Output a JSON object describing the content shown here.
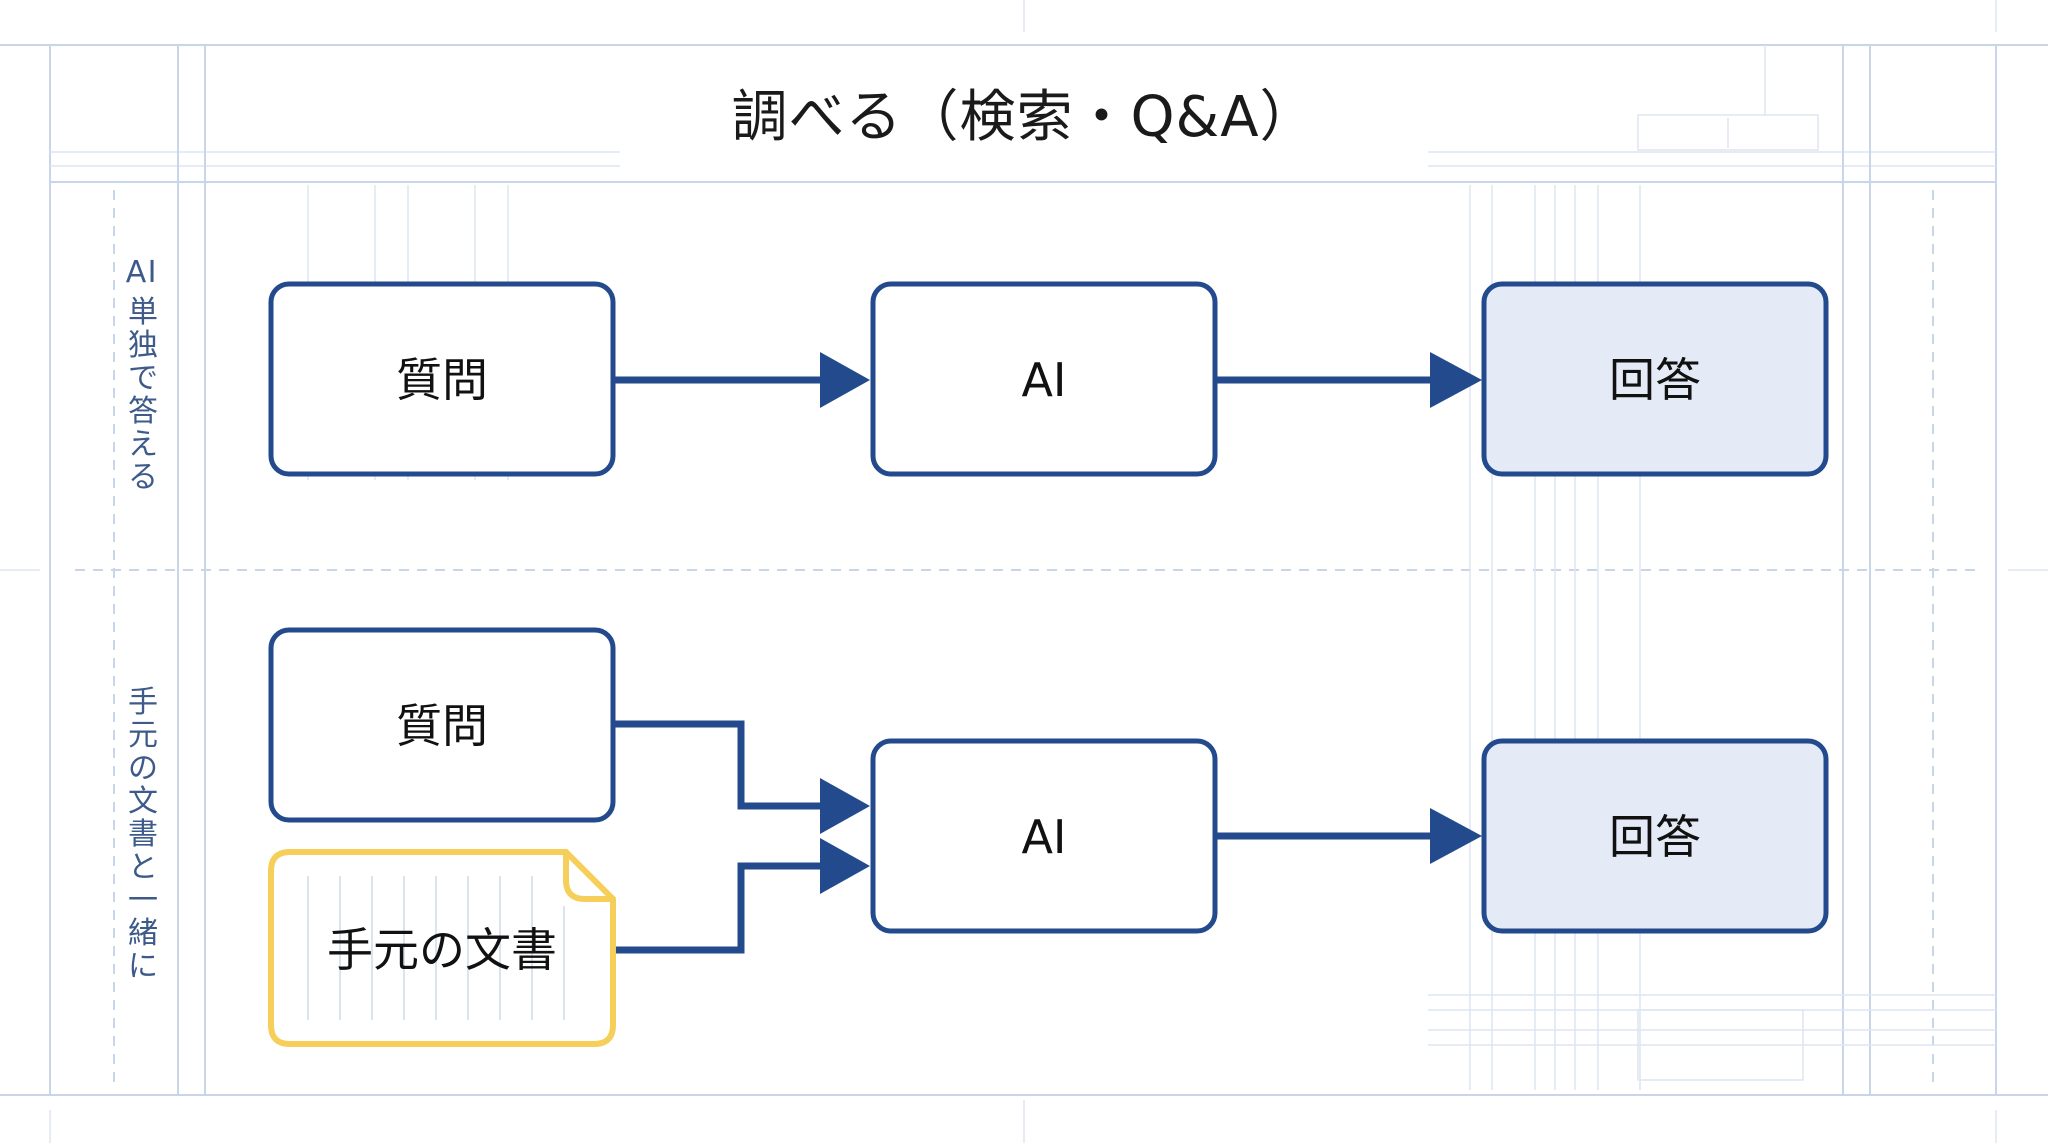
{
  "title": "調べる（検索・Q&A）",
  "lanes": [
    {
      "label_chars": [
        "A",
        "I",
        "単",
        "独",
        "で",
        "答",
        "え",
        "る"
      ],
      "nodes": {
        "question": "質問",
        "ai": "AI",
        "answer": "回答"
      }
    },
    {
      "label_chars": [
        "手",
        "元",
        "の",
        "文",
        "書",
        "と",
        "一",
        "緒",
        "に"
      ],
      "nodes": {
        "question": "質問",
        "document": "手元の文書",
        "ai": "AI",
        "answer": "回答"
      }
    }
  ],
  "colors": {
    "primary": "#234a8c",
    "answer_fill": "#e4ebf7",
    "document_border": "#f6cf5a",
    "guide": "#c9d5e8",
    "lane_label": "#3d5a8a"
  }
}
